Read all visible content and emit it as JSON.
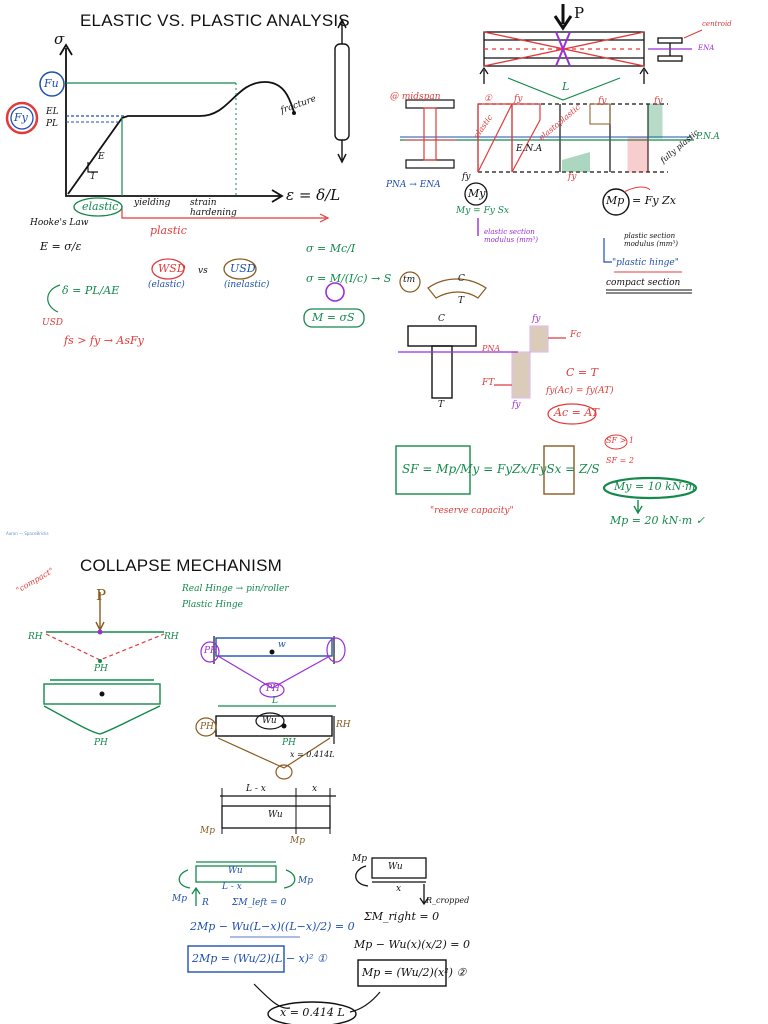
{
  "titles": {
    "elastic": "ELASTIC VS. PLASTIC ANALYSIS",
    "collapse": "COLLAPSE MECHANISM"
  },
  "stress_strain": {
    "y_axis": "σ",
    "fu": "Fu",
    "fy": "Fy",
    "el": "EL",
    "pl": "PL",
    "slope": "E",
    "slope_run": "1",
    "x_axis": "ε = δ/L",
    "elastic": "elastic",
    "yielding": "yielding",
    "strain_hardening": "strain hardening",
    "plastic": "plastic",
    "fracture": "fracture",
    "hookes": "Hooke's Law",
    "e_formula": "E = σ/ε",
    "delta_formula": "δ = PL/AE",
    "wsd": "WSD",
    "wsd_note": "(elastic)",
    "vs": "vs",
    "usd": "USD",
    "usd_note": "(inelastic)",
    "usd_label": "USD",
    "usd_eq": "fs > fy → AsFy",
    "sigma1": "σ = Mc/I",
    "sigma2": "σ = M/(I/c) → S",
    "m_eq": "M = σS"
  },
  "beam_section": {
    "p": "P",
    "centroid": "centroid",
    "ena": "ENA",
    "span": "L",
    "midspan": "@ midspan",
    "fy": "fy",
    "fy2": "fy",
    "fy3": "fy",
    "fy4": "fy",
    "fy5": "fy",
    "s1": "①",
    "elastic": "elastic",
    "elastoplastic": "elastoplastic",
    "fully_plastic": "fully plastic",
    "pna": "P.N.A",
    "ena_mid": "E.N.A",
    "pna_ena": "PNA → ENA",
    "my": "My",
    "my_eq": "My = Fy Sx",
    "my_note": "elastic section modulus (mm³)",
    "mp": "Mp",
    "mp_eq": "= Fy Zx",
    "mp_note": "plastic section modulus (mm³)",
    "plastic_hinge": "\"plastic hinge\"",
    "compact": "compact section",
    "tm": "tm",
    "c": "C",
    "t": "T",
    "pna2": "PNA",
    "fc": "Fc",
    "ft": "FT",
    "ct": "C = T",
    "fyac": "fy(Ac) = fy(AT)",
    "acat": "Ac = AT",
    "sf": "SF = Mp/My = FyZx/FySx = Z/S",
    "reserve": "\"reserve capacity\"",
    "sf1": "SF > 1",
    "sf2": "SF = 2",
    "my_val": "My = 10 kN·m",
    "mp_val": "Mp = 20 kN·m ✓"
  },
  "collapse": {
    "compact": "\"compact\"",
    "p": "P",
    "rh": "RH",
    "rh2": "RH",
    "ph": "PH",
    "ph2": "PH",
    "real_hinge": "Real Hinge → pin/roller",
    "plastic_hinge": "Plastic Hinge",
    "w": "w",
    "l": "L",
    "wu": "Wu",
    "x_eq": "x = 0.414L",
    "lx": "L - x",
    "x": "x",
    "mp": "Mp",
    "wu2": "Wu",
    "lx2": "L - x",
    "r": "R",
    "sum_left": "ΣM_left = 0",
    "eq1": "2Mp − Wu(L−x)((L−x)/2) = 0",
    "eq2": "2Mp = (Wu/2)(L − x)²  ①",
    "wu3": "Wu",
    "x2": "x",
    "r_cropped": "R_cropped",
    "sum_right": "ΣM_right = 0",
    "eq3": "Mp − Wu(x)(x/2) = 0",
    "eq4": "Mp = (Wu/2)(x²)  ②",
    "answer": "x = 0.414 L"
  },
  "footer_tag": "Aaron — SpaceBricks"
}
